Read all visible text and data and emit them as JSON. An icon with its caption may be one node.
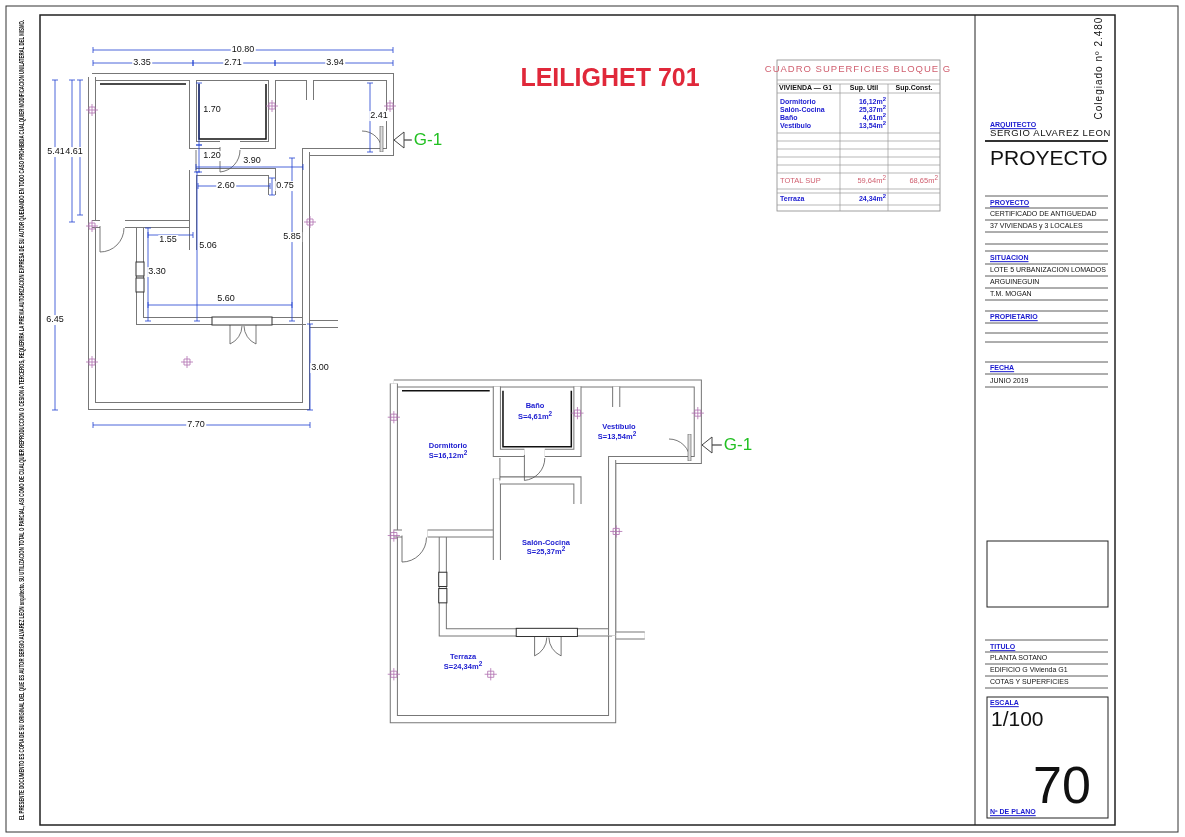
{
  "diagram": {
    "title": "LEILIGHET 701",
    "nodes": [
      {
        "text": [
          "G-1"
        ]
      },
      {
        "text": [
          "G-1"
        ]
      },
      {
        "text": [],
        "shape": "door"
      },
      {
        "text": [],
        "shape": "door"
      }
    ],
    "edges": [
      {
        "from": 0,
        "to": 2,
        "arrow": "to"
      },
      {
        "from": 1,
        "to": 3,
        "arrow": "to"
      }
    ],
    "labels": [
      "EL PRESENTE DOCUMENTO ES COPIA DE SU ORIGINAL DEL QUE ES AUTOR SERGIO ALVAREZ LEON arquitecto. SU UTILIZACION TOTAL O PARCIAL, ASI COMO DE CUALQUIER REPRODUCCION O CESION A TERCEROS, REQUERIRA LA PREVIA AUTORIZACION EXPRESA DE SU AUTOR QUEDANDO EN TODO CASO PROHIBIDA CUALQUIER MODIFICACION UNILATERAL DEL MISMO.",
      "10.80",
      "3.35",
      "2.71",
      "3.94",
      "5.41",
      "4.61",
      "1.70",
      "2.41",
      "1.20",
      "3.90",
      "2.60",
      "0.75",
      "1.55",
      "5.06",
      "5.85",
      "3.30",
      "5.60",
      "6.45",
      "3.00",
      "7.70",
      "CUADRO SUPERFICIES BLOQUE G",
      "VIVIENDA — G1",
      "Sup. Util",
      "Sup.Const.",
      "Dormitorio",
      "16,12m$^{2}$",
      "Salón-Cocina",
      "25,37m$^{2}$",
      "Baño",
      "4,61m$^{2}$",
      "Vestíbulo",
      "13,54m$^{2}$",
      "TOTAL SUP",
      "59,64m$^{2}$",
      "68,65m$^{2}$",
      "Terraza",
      "24,34m$^{2}$",
      "Baño",
      "S=4,61m$^{2}$",
      "Vestíbulo",
      "S=13,54m$^{2}$",
      "Dormitorio",
      "S=16,12m$^{2}$",
      "Salón-Cocina",
      "S=25,37m$^{2}$",
      "Terraza",
      "S=24,34m$^{2}$",
      "Colegiado nº 2.480",
      "ARQUITECTO",
      "SERGIO ALVAREZ LEON",
      "PROYECTO",
      "PROYECTO",
      "CERTIFICADO DE ANTIGUEDAD",
      "37 VIVIENDAS y 3 LOCALES",
      "SITUACION",
      "LOTE 5 URBANIZACION LOMADOS",
      "ARGUINEGUIN",
      "T.M. MOGAN",
      "PROPIETARIO",
      "FECHA",
      "JUNIO 2019",
      "TITULO",
      "PLANTA SOTANO",
      "EDIFICIO G Vivienda G1",
      "COTAS Y SUPERFICIES",
      "ESCALA",
      "1/100",
      "70",
      "Nº DE PLANO"
    ]
  }
}
